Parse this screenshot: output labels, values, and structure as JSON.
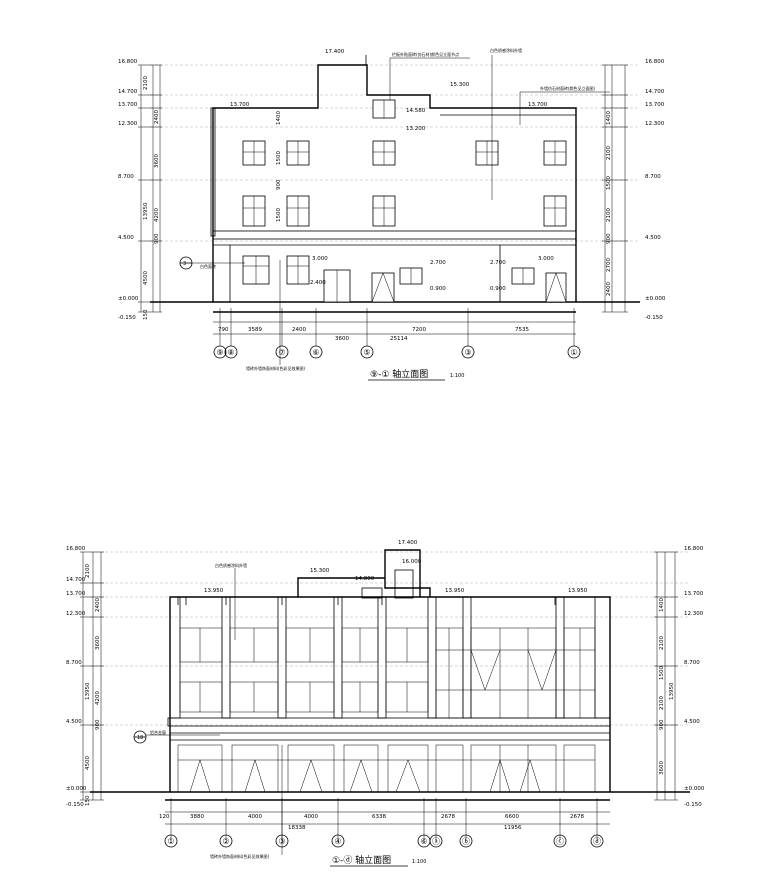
{
  "top": {
    "title": "⑨-① 轴立面图",
    "scale": "1:100",
    "axes": [
      "⑨",
      "⑧",
      "⑦",
      "⑥",
      "⑤",
      "③",
      "①"
    ],
    "dims_row1": [
      "790",
      "3589",
      "2400",
      "7200",
      "7535"
    ],
    "dims_row2": [
      "3600",
      "25114"
    ],
    "elev_left": [
      "16.800",
      "14.700",
      "13.700",
      "12.300",
      "8.700",
      "4.500",
      "±0.000",
      "-0.150"
    ],
    "elev_right": [
      "16.800",
      "14.700",
      "13.700",
      "12.300",
      "8.700",
      "4.500",
      "±0.000",
      "-0.150"
    ],
    "vdims_outer": [
      "2100",
      "13950",
      "4500",
      "150"
    ],
    "vdims_inner": [
      "2400",
      "3600",
      "4200",
      "900",
      "1400",
      "2100",
      "1500",
      "2100",
      "1500",
      "900",
      "2700",
      "2400",
      "900",
      "1500"
    ],
    "levels": [
      "17.400",
      "15.300",
      "14.580",
      "13.200",
      "13.700",
      "13.700",
      "3.000",
      "2.700",
      "2.400",
      "2.700",
      "3.000",
      "0.900",
      "0.900"
    ],
    "notes": [
      "栏板外贴面砖(仿石材)颜色见立面节点",
      "白色质感涂料外墙",
      "外墙仿石材面砖(颜色见立面图)",
      "白色面砖",
      "墙砖外墙饰面材料(色彩见效果图)"
    ],
    "callout": "3"
  },
  "bottom": {
    "title": "①-ⓓ 轴立面图",
    "scale": "1:100",
    "axes": [
      "①",
      "②",
      "③",
      "④",
      "⑥",
      "ⓐ",
      "ⓑ",
      "ⓒ",
      "ⓓ"
    ],
    "dims_row1": [
      "120",
      "3880",
      "4000",
      "4000",
      "6338",
      "2678",
      "6600",
      "2678"
    ],
    "dims_row2": [
      "18338",
      "11956"
    ],
    "elev_left": [
      "16.800",
      "14.700",
      "13.700",
      "12.300",
      "8.700",
      "4.500",
      "±0.000",
      "-0.150"
    ],
    "elev_right": [
      "16.800",
      "13.700",
      "12.300",
      "8.700",
      "4.500",
      "±0.000",
      "-0.150"
    ],
    "vdims_outer": [
      "2100",
      "13950",
      "4500",
      "150"
    ],
    "vdims_inner": [
      "2400",
      "3600",
      "4200",
      "900",
      "1400",
      "2100",
      "1500",
      "2100",
      "1500",
      "900",
      "3600",
      "900"
    ],
    "levels": [
      "17.400",
      "16.000",
      "15.300",
      "14.800",
      "13.950",
      "13.950",
      "13.950"
    ],
    "notes": [
      "白色质感涂料外墙",
      "墙砖外墙饰面材料(色彩见效果图)",
      "铝合金窗"
    ],
    "callout": "18"
  }
}
